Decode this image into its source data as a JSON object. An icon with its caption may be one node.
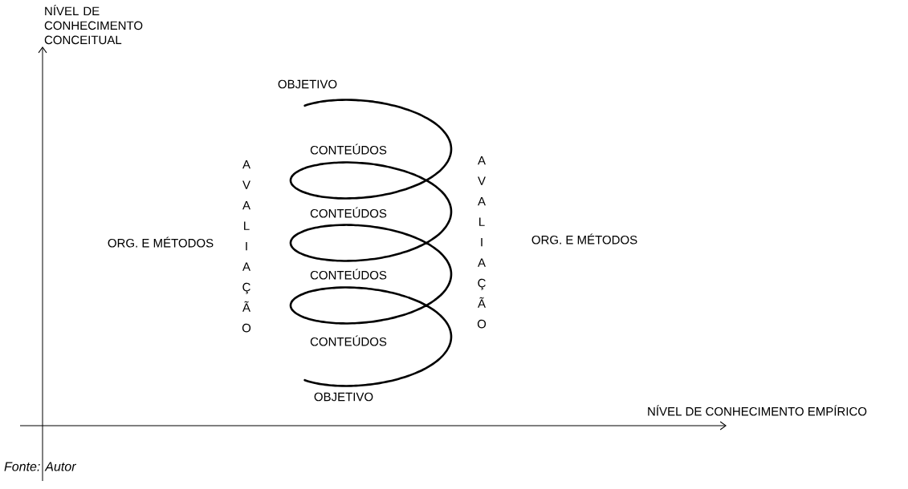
{
  "diagram": {
    "caption": "Fonte: Autor",
    "labels": [
      "NÍVEL DE CONHECIMENTO CONCEITUAL",
      "OBJETIVO",
      "CONTEÚDOS",
      "AVALIAÇÃO",
      "AVALIAÇÃO",
      "CONTEÚDOS",
      "ORG. E MÉTODOS",
      "ORG. E MÉTODOS",
      "CONTEÚDOS",
      "CONTEÚDOS",
      "OBJETIVO",
      "NÍVEL DE CONHECIMENTO EMPÍRICO"
    ]
  }
}
